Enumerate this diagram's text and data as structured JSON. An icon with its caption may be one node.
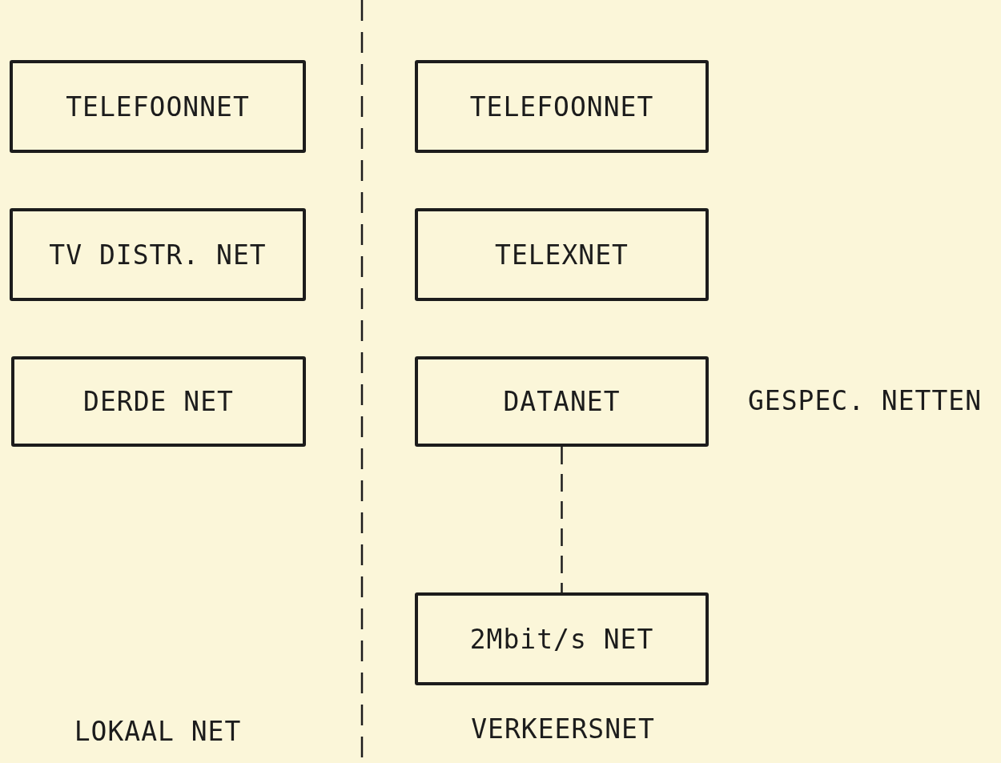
{
  "diagram": {
    "nodes": [
      {
        "text": [
          "TELEFOONNET"
        ]
      },
      {
        "text": [
          "TV DISTR. NET"
        ]
      },
      {
        "text": [
          "DERDE NET"
        ]
      },
      {
        "text": [
          "TELEFOONNET"
        ]
      },
      {
        "text": [
          "TELEXNET"
        ]
      },
      {
        "text": [
          "DATANET"
        ]
      },
      {
        "text": [
          "2Mbit/s NET"
        ]
      }
    ],
    "edges": [
      {
        "from": 5,
        "to": 6,
        "arrow": "none",
        "style": "dashed"
      }
    ],
    "labels": [
      "GESPEC. NETTEN",
      "LOKAAL NET",
      "VERKEERSNET"
    ]
  }
}
